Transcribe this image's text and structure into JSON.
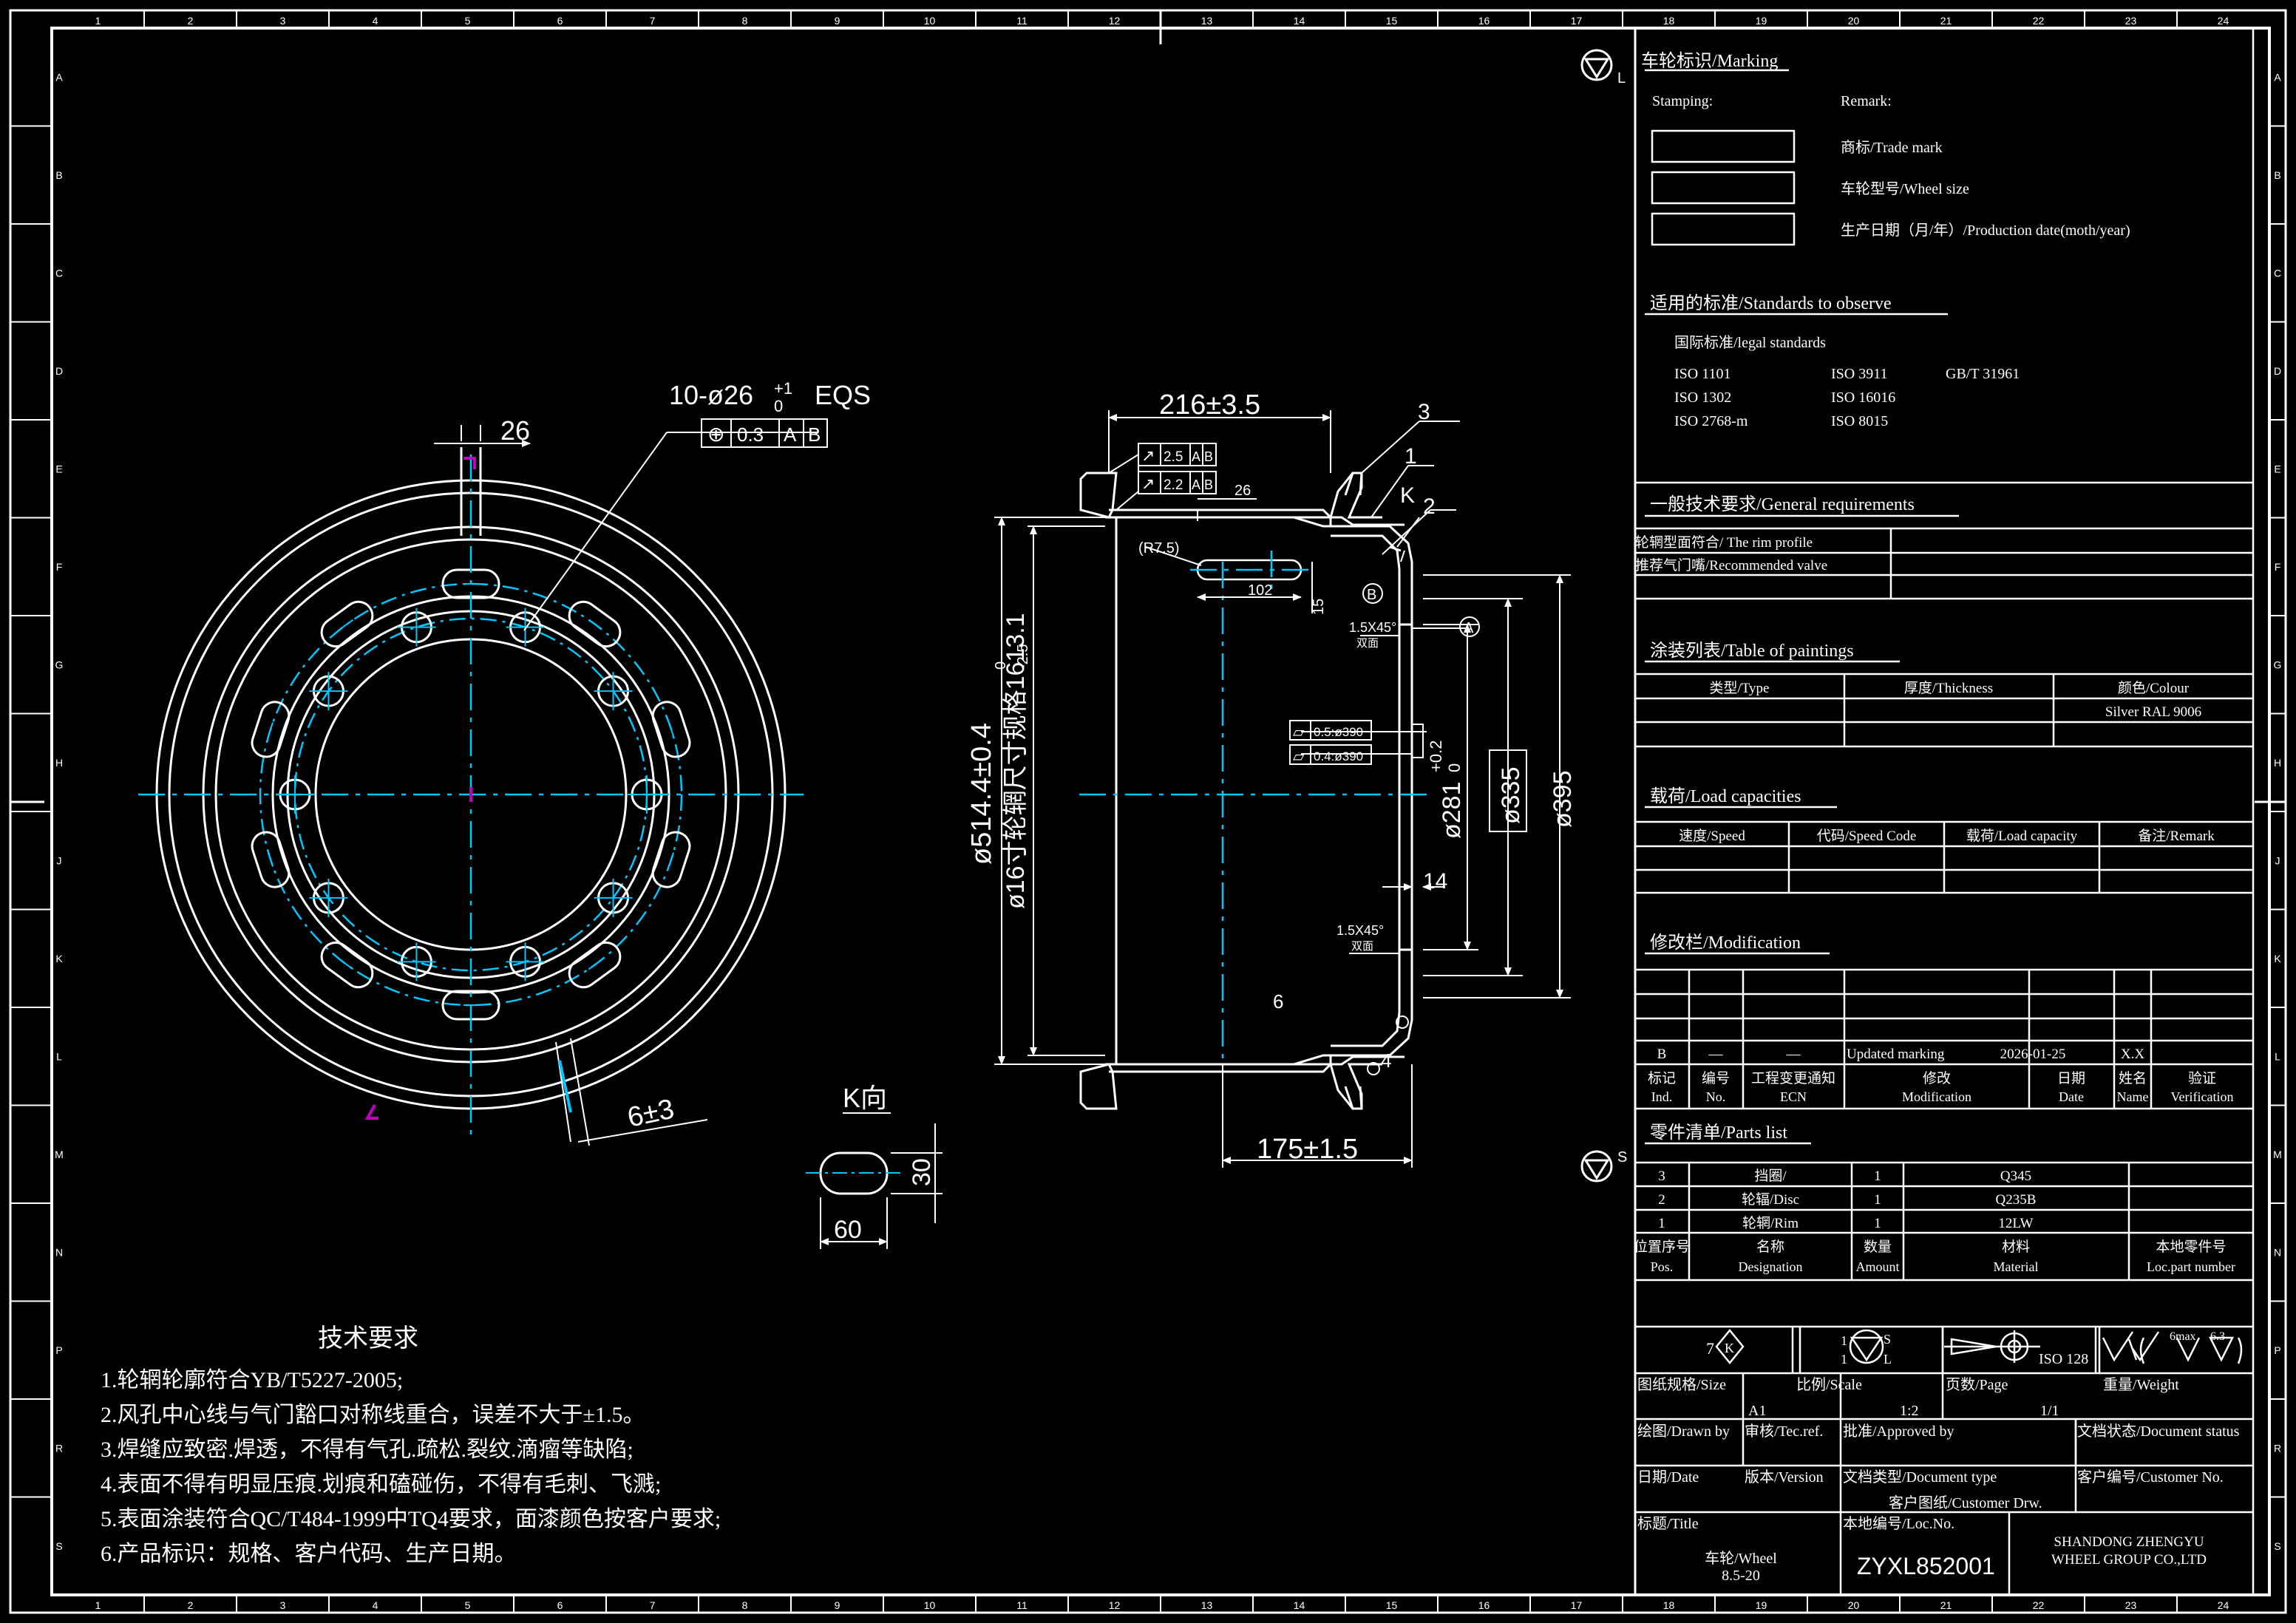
{
  "colors": {
    "background": "#000000",
    "line": "#ffffff",
    "center_line": "#00c8ff",
    "mark": "#c000c0"
  },
  "frame": {
    "zone_numbers": [
      "1",
      "2",
      "3",
      "4",
      "5",
      "6",
      "7",
      "8",
      "9",
      "10",
      "11",
      "12",
      "13",
      "14",
      "15",
      "16",
      "17",
      "18",
      "19",
      "20",
      "21",
      "22",
      "23",
      "24"
    ],
    "zone_letters": [
      "A",
      "B",
      "C",
      "D",
      "E",
      "F",
      "G",
      "H",
      "J",
      "K",
      "L",
      "M",
      "N",
      "P",
      "R",
      "S"
    ]
  },
  "front_view": {
    "bolt_callout": "10-ø26",
    "bolt_tol_upper": "+1",
    "bolt_tol_lower": "0",
    "bolt_eqs": "EQS",
    "position_tolerance": [
      "⊕",
      "0.3",
      "A",
      "B"
    ],
    "dim_26": "26",
    "dim_6": "6±3"
  },
  "k_view": {
    "title": "K向",
    "dim_30": "30",
    "dim_60": "60"
  },
  "section_view": {
    "dim_width": "216±3.5",
    "runout_1": [
      "↗",
      "2.5",
      "A",
      "B"
    ],
    "runout_2": [
      "↗",
      "2.2",
      "A",
      "B"
    ],
    "dim_26": "26",
    "dim_r75": "(R7.5)",
    "dim_102": "102",
    "dim_15": "15",
    "label_3": "3",
    "label_1": "1",
    "label_k": "K",
    "label_2": "2",
    "datum_b": "B",
    "datum_a": "A",
    "chamfer_1": "1.5X45°",
    "chamfer_1_note": "双面",
    "chamfer_2": "1.5X45°",
    "chamfer_2_note": "双面",
    "flatness_1": [
      "▱",
      "0.5:ø390"
    ],
    "flatness_2": [
      "▱",
      "0.4:ø390"
    ],
    "dim_514": "ø514.4±0.4",
    "dim_1613": "ø16寸轮辋尺寸规格1613.1",
    "dim_1613_tol_upper": "0",
    "dim_1613_tol_lower": "-2.5",
    "dim_281": "ø281",
    "dim_281_tol_upper": "+0.2",
    "dim_281_tol_lower": "0",
    "dim_335": "ø335",
    "dim_395": "ø395",
    "dim_14": "14",
    "weld_6": "6",
    "weld_4": "4",
    "dim_175": "175±1.5"
  },
  "tech_requirements": {
    "title": "技术要求",
    "items": [
      "1.轮辋轮廓符合YB/T5227-2005;",
      "2.风孔中心线与气门豁口对称线重合，误差不大于±1.5。",
      "3.焊缝应致密.焊透，不得有气孔.疏松.裂纹.滴瘤等缺陷;",
      "4.表面不得有明显压痕.划痕和磕碰伤，不得有毛刺、飞溅;",
      "5.表面涂装符合QC/T484-1999中TQ4要求，面漆颜色按客户要求;",
      "6.产品标识：规格、客户代码、生产日期。"
    ]
  },
  "side_symbols": {
    "top_letter": "L",
    "bottom_letter": "S"
  },
  "panel": {
    "marking_title": "车轮标识/Marking",
    "stamping": "Stamping:",
    "remark": "Remark:",
    "marking_items": [
      "商标/Trade mark",
      "车轮型号/Wheel size",
      "生产日期（月/年）/Production date(moth/year)"
    ],
    "standards_title": "适用的标准/Standards to observe",
    "standards_sub": "国际标准/legal standards",
    "standards": [
      [
        "ISO 1101",
        "ISO 3911",
        "GB/T 31961"
      ],
      [
        "ISO 1302",
        "ISO 16016",
        ""
      ],
      [
        "ISO 2768-m",
        "ISO 8015",
        ""
      ]
    ],
    "general_title": "一般技术要求/General requirements",
    "general_rows": [
      "轮辋型面符合/ The rim profile",
      "推荐气门嘴/Recommended valve"
    ],
    "paint_title": "涂装列表/Table of paintings",
    "paint_headers": [
      "类型/Type",
      "厚度/Thickness",
      "颜色/Colour"
    ],
    "paint_value": "Silver RAL 9006",
    "load_title": "载荷/Load capacities",
    "load_headers": [
      "速度/Speed",
      "代码/Speed Code",
      "载荷/Load capacity",
      "备注/Remark"
    ],
    "mod_title": "修改栏/Modification",
    "mod_row": [
      "B",
      "—",
      "—",
      "Updated marking",
      "2026-01-25",
      "X.X",
      ""
    ],
    "mod_headers": [
      [
        "标记",
        "Ind."
      ],
      [
        "编号",
        "No."
      ],
      [
        "工程变更通知",
        "ECN"
      ],
      [
        "修改",
        "Modification"
      ],
      [
        "日期",
        "Date"
      ],
      [
        "姓名",
        "Name"
      ],
      [
        "验证",
        "Verification"
      ]
    ],
    "parts_title": "零件清单/Parts list",
    "parts_rows": [
      [
        "3",
        "挡圈/",
        "1",
        "Q345",
        ""
      ],
      [
        "2",
        "轮辐/Disc",
        "1",
        "Q235B",
        ""
      ],
      [
        "1",
        "轮辋/Rim",
        "1",
        "12LW",
        ""
      ]
    ],
    "parts_headers": [
      [
        "位置序号",
        "Pos."
      ],
      [
        "名称",
        "Designation"
      ],
      [
        "数量",
        "Amount"
      ],
      [
        "材料",
        "Material"
      ],
      [
        "本地零件号",
        "Loc.part number"
      ]
    ],
    "tol_class": "7",
    "tol_k": "K",
    "proj_num_top": "1",
    "proj_num_bottom": "1",
    "proj_s": "S",
    "proj_l": "L",
    "iso": "ISO 128",
    "roughness_max": "6max",
    "roughness_val": "6.3",
    "size_label": "图纸规格/Size",
    "size_value": "A1",
    "scale_label": "比例/Scale",
    "scale_value": "1:2",
    "page_label": "页数/Page",
    "page_value": "1/1",
    "weight_label": "重量/Weight",
    "drawn_by": "绘图/Drawn by",
    "checked": "审核/Tec.ref.",
    "approved": "批准/Approved by",
    "doc_status": "文档状态/Document status",
    "date_label": "日期/Date",
    "version_label": "版本/Version",
    "doc_type_label": "文档类型/Document type",
    "doc_type_value": "客户图纸/Customer Drw.",
    "customer_no": "客户编号/Customer No.",
    "title_label": "标题/Title",
    "title_value_1": "车轮/Wheel",
    "title_value_2": "8.5-20",
    "loc_no_label": "本地编号/Loc.No.",
    "loc_no_value": "ZYXL852001",
    "company_1": "SHANDONG ZHENGYU",
    "company_2": "WHEEL GROUP CO.,LTD"
  }
}
